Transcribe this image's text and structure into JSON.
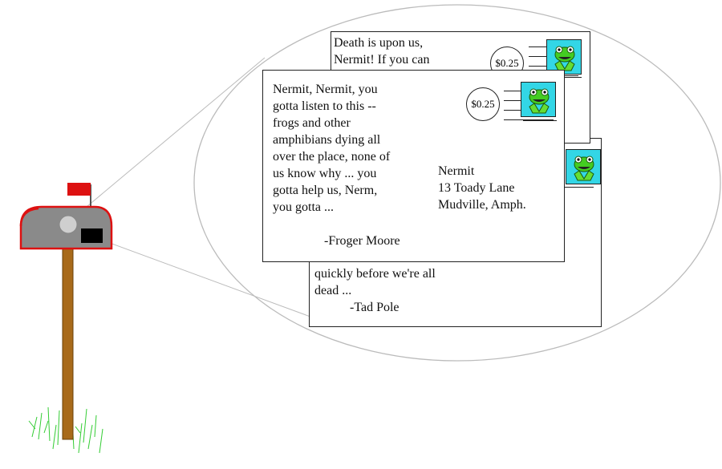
{
  "letters": {
    "back_right": {
      "opening": "Death is upon us,\nNermit!  If you can",
      "closing": "quickly before we're all\ndead ...",
      "signature": "-Tad Pole",
      "postage": "$0.25"
    },
    "front": {
      "body": "Nermit, Nermit, you\ngotta listen to this --\nfrogs and other\namphibians dying all\nover the place, none of\nus know why ... you\ngotta help us, Nerm,\nyou gotta ...",
      "signature": "-Froger Moore",
      "postage": "$0.25",
      "address": "Nermit\n13 Toady Lane\nMudville, Amph."
    }
  },
  "icons": {
    "stamp": "frog-stamp-icon",
    "mailbox": "mailbox-icon",
    "flag": "mailbox-flag-icon",
    "grass": "grass-icon"
  },
  "colors": {
    "mailbox_body": "#8a8a8a",
    "mailbox_outline": "#dd1111",
    "flag": "#dd1111",
    "post": "#a86a1a",
    "grass": "#33cc33",
    "stamp_bg": "#33d6e6",
    "frog": "#44cc22"
  }
}
